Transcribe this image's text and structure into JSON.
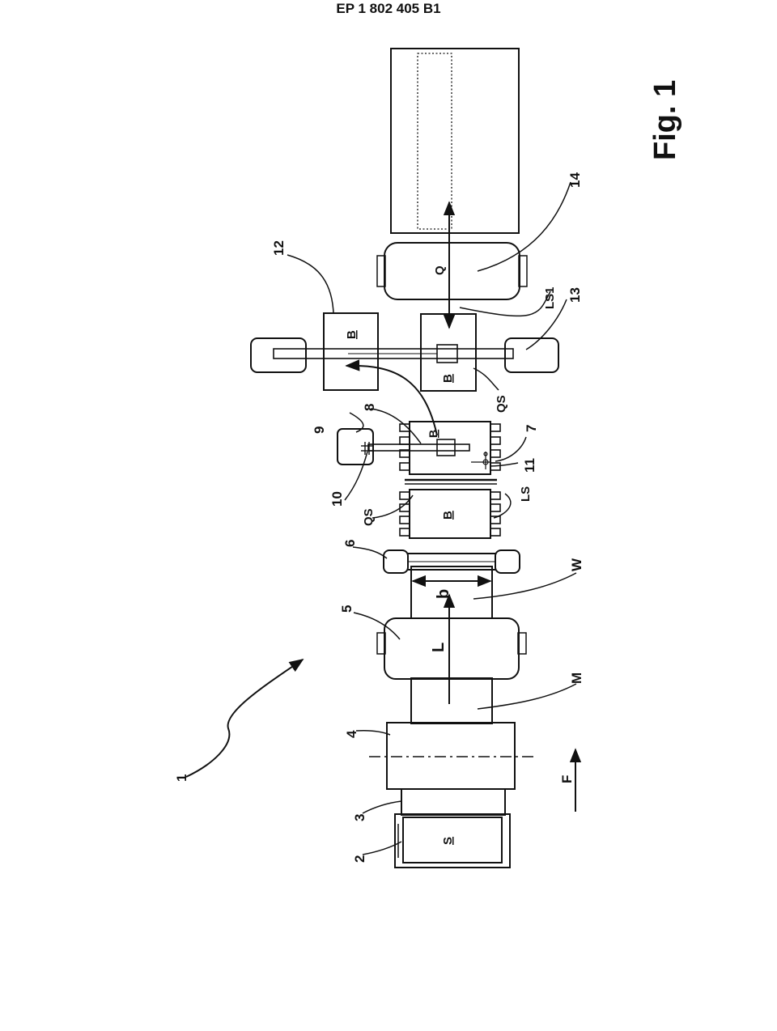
{
  "header": {
    "patent_number": "EP 1 802 405 B1"
  },
  "figure": {
    "title": "Fig. 1"
  },
  "labels": {
    "ref_1": "1",
    "ref_2": "2",
    "ref_3": "3",
    "ref_4": "4",
    "ref_5": "5",
    "ref_6": "6",
    "ref_7": "7",
    "ref_8": "8",
    "ref_9": "9",
    "ref_10": "10",
    "ref_11": "11",
    "ref_12": "12",
    "ref_13": "13",
    "ref_14": "14",
    "F": "F",
    "M": "M",
    "W": "W",
    "L": "L",
    "b": "b",
    "S": "S",
    "B_1": "B",
    "B_2": "B",
    "B_3": "B",
    "B_4": "B",
    "Q": "Q",
    "QS_1": "QS",
    "QS_2": "QS",
    "LS": "LS",
    "LS1": "LS1"
  }
}
